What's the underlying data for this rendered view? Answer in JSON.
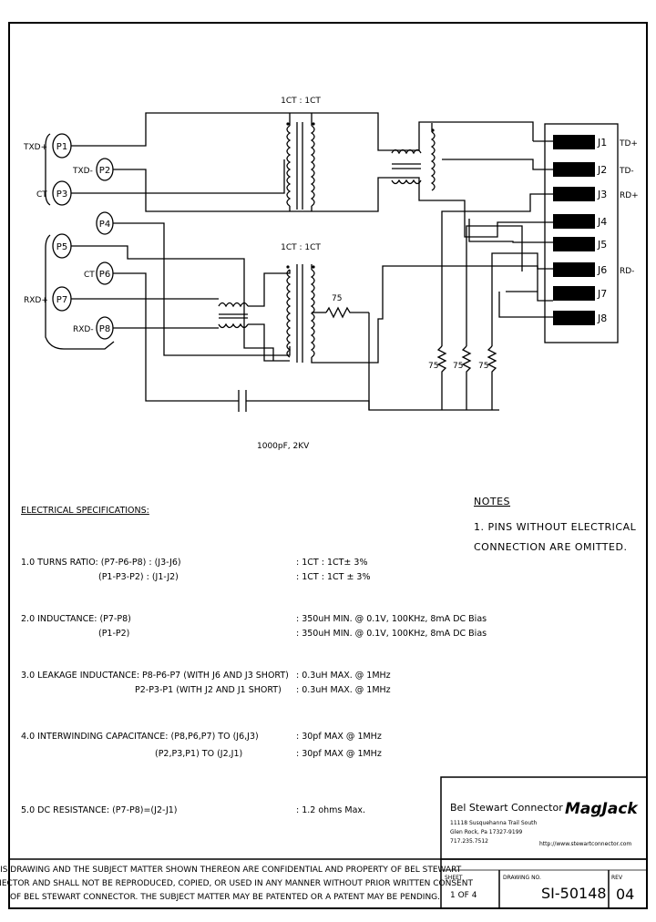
{
  "diagram": {
    "left_pins": [
      {
        "id": "P1",
        "signal": "TXD+"
      },
      {
        "id": "P2",
        "signal": "TXD-"
      },
      {
        "id": "P3",
        "signal": "CT"
      },
      {
        "id": "P4",
        "signal": ""
      },
      {
        "id": "P5",
        "signal": ""
      },
      {
        "id": "P6",
        "signal": "CT"
      },
      {
        "id": "P7",
        "signal": "RXD+"
      },
      {
        "id": "P8",
        "signal": "RXD-"
      }
    ],
    "right_pins": [
      {
        "id": "J1",
        "signal": "TD+"
      },
      {
        "id": "J2",
        "signal": "TD-"
      },
      {
        "id": "J3",
        "signal": "RD+"
      },
      {
        "id": "J4",
        "signal": ""
      },
      {
        "id": "J5",
        "signal": ""
      },
      {
        "id": "J6",
        "signal": "RD-"
      },
      {
        "id": "J7",
        "signal": ""
      },
      {
        "id": "J8",
        "signal": ""
      }
    ],
    "transformer_ratio_top": "1CT : 1CT",
    "transformer_ratio_bottom": "1CT : 1CT",
    "resistor_value": "75",
    "resistor_values_bottom": [
      "75",
      "75",
      "75"
    ],
    "capacitor_label": "1000pF, 2KV"
  },
  "spec": {
    "heading": "ELECTRICAL SPECIFICATIONS:",
    "items": [
      {
        "lines": [
          {
            "left": "1.0  TURNS RATIO: (P7-P6-P8) : (J3-J6)",
            "right": ":  1CT : 1CT± 3%"
          },
          {
            "left": "(P1-P3-P2) : (J1-J2)",
            "right": ":  1CT : 1CT ± 3%"
          }
        ]
      },
      {
        "lines": [
          {
            "left": "2.0  INDUCTANCE: (P7-P8)",
            "right": ":  350uH MIN. @ 0.1V, 100KHz, 8mA DC Bias"
          },
          {
            "left": "(P1-P2)",
            "right": ":  350uH MIN. @ 0.1V, 100KHz, 8mA DC Bias"
          }
        ]
      },
      {
        "lines": [
          {
            "left": "3.0  LEAKAGE INDUCTANCE:  P8-P6-P7 (WITH J6 AND J3 SHORT)",
            "right": ":  0.3uH MAX. @ 1MHz"
          },
          {
            "left": "P2-P3-P1 (WITH J2 AND J1 SHORT)",
            "right": ":  0.3uH MAX. @ 1MHz"
          }
        ]
      },
      {
        "lines": [
          {
            "left": "4.0  INTERWINDING CAPACITANCE: (P8,P6,P7)  TO  (J6,J3)",
            "right": ":  30pf  MAX @ 1MHz"
          },
          {
            "left": "(P2,P3,P1)  TO  (J2,J1)",
            "right": ":  30pf  MAX @ 1MHz"
          }
        ]
      },
      {
        "lines": [
          {
            "left": "5.0  DC RESISTANCE: (P7-P8)=(J2-J1)",
            "right": ":  1.2  ohms Max."
          }
        ]
      }
    ]
  },
  "notes": {
    "heading": "NOTES",
    "lines": [
      "1. PINS WITHOUT ELECTRICAL",
      "CONNECTION ARE OMITTED."
    ]
  },
  "title_block": {
    "company": "Bel Stewart Connector",
    "address_lines": [
      "11118 Susquehanna Trail South",
      "Glen Rock, Pa  17327-9199",
      "717.235.7512"
    ],
    "logo_text": "MagJack",
    "website": "http://www.stewartconnector.com",
    "sheet_label": "SHEET",
    "sheet_value": "1 OF 4",
    "drawing_no_label": "DRAWING NO.",
    "drawing_no": "SI-50148",
    "rev_label": "REV",
    "rev_value": "04"
  },
  "disclaimer": {
    "lines": [
      "THIS DRAWING AND THE SUBJECT MATTER SHOWN THEREON ARE CONFIDENTIAL AND PROPERTY OF BEL STEWART",
      "CONNECTOR AND SHALL NOT BE REPRODUCED, COPIED, OR USED IN ANY MANNER WITHOUT PRIOR WRITTEN CONSENT",
      "OF BEL STEWART CONNECTOR.  THE SUBJECT MATTER MAY BE PATENTED OR A PATENT MAY BE PENDING."
    ]
  }
}
